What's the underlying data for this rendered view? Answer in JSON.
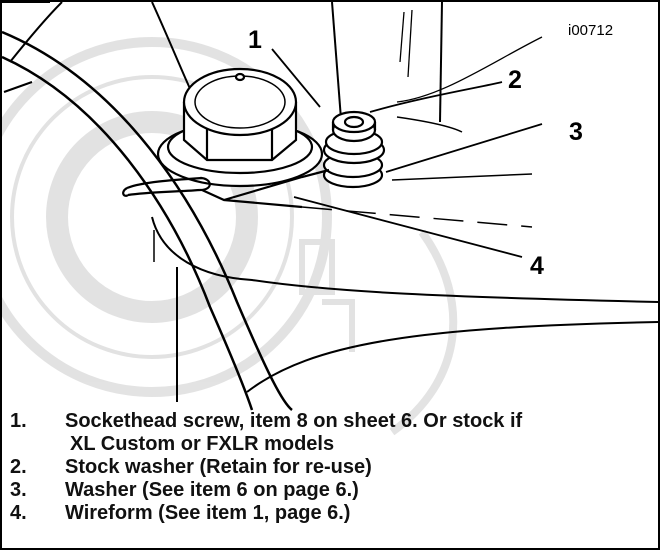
{
  "figure_id": "i00712",
  "callouts": [
    "1",
    "2",
    "3",
    "4"
  ],
  "legend": {
    "items": [
      {
        "num": "1.",
        "text": "Sockethead screw, item 8 on sheet 6. Or stock if",
        "cont": "XL Custom or FXLR models"
      },
      {
        "num": "2.",
        "text": "Stock washer (Retain for re-use)"
      },
      {
        "num": "3.",
        "text": "Washer (See item 6 on page 6.)"
      },
      {
        "num": "4.",
        "text": "Wireform (See item 1, page 6.)"
      }
    ]
  }
}
